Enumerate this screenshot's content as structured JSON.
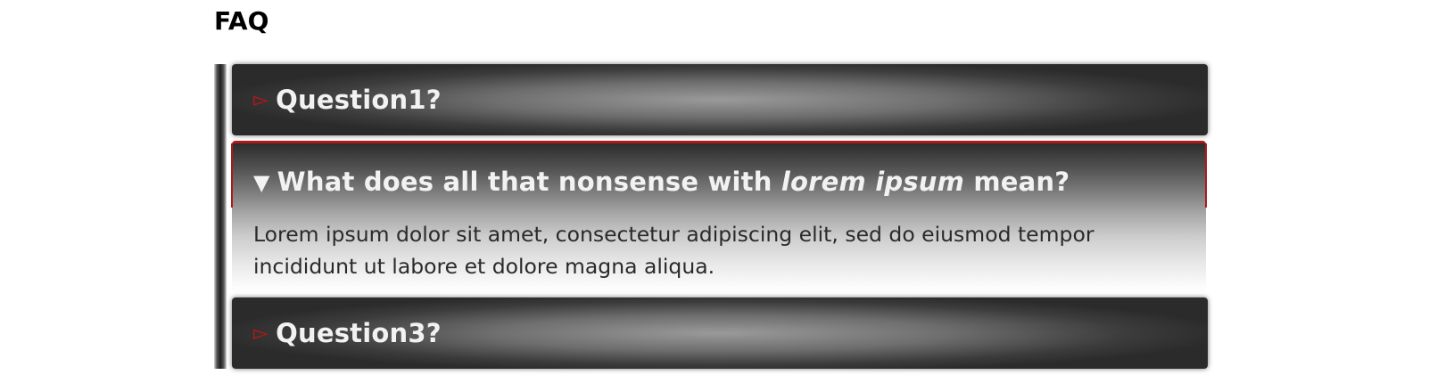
{
  "page": {
    "title": "FAQ"
  },
  "faq": {
    "items": [
      {
        "question": "Question1?",
        "state": "collapsed",
        "marker": "▻"
      },
      {
        "question_parts": {
          "before": "What does all that nonsense with ",
          "emphasis": "lorem ipsum",
          "after": " mean?"
        },
        "state": "expanded",
        "marker": "▼",
        "answer": "Lorem ipsum dolor sit amet, consectetur adipiscing elit, sed do eiusmod tempor incididunt ut labore et dolore magna aliqua."
      },
      {
        "question": "Question3?",
        "state": "collapsed",
        "marker": "▻"
      }
    ]
  },
  "colors": {
    "accent": "#c11515",
    "header_dark": "#2b2b2b",
    "text_light": "#f2f2f2",
    "text_dark": "#2a2a2a"
  },
  "icons": {
    "collapsed": "right-pointer-icon",
    "expanded": "triangle-down-icon"
  }
}
